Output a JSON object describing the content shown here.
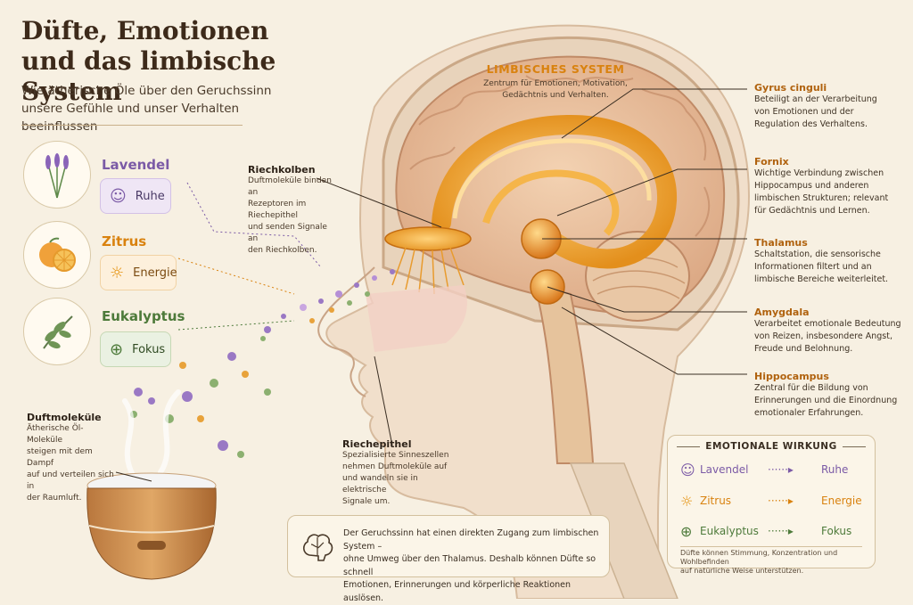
{
  "header": {
    "title_line1": "Düfte, Emotionen",
    "title_line2": "und das limbische System",
    "subtitle_line1": "Wie ätherische Öle über den Geruchssinn",
    "subtitle_line2": "unsere Gefühle und unser Verhalten beeinflussen"
  },
  "oils": [
    {
      "name": "Lavendel",
      "effect": "Ruhe",
      "color": "#7b5aa6",
      "effect_icon": "meditation-icon",
      "image": "lavender-icon"
    },
    {
      "name": "Zitrus",
      "effect": "Energie",
      "color": "#d9820f",
      "effect_icon": "sun-icon",
      "image": "citrus-icon"
    },
    {
      "name": "Eukalyptus",
      "effect": "Fokus",
      "color": "#4d7a3a",
      "effect_icon": "target-icon",
      "image": "eucalyptus-icon"
    }
  ],
  "diffuser": {
    "title": "Duftmoleküle",
    "desc_line1": "Ätherische Öl-Moleküle",
    "desc_line2": "steigen mit dem Dampf",
    "desc_line3": "auf und verteilen sich in",
    "desc_line4": "der Raumluft."
  },
  "limbic": {
    "title": "LIMBISCHES SYSTEM",
    "desc_line1": "Zentrum für Emotionen, Motivation,",
    "desc_line2": "Gedächtnis und Verhalten."
  },
  "riechkolben": {
    "title": "Riechkolben",
    "desc_line1": "Duftmoleküle binden an",
    "desc_line2": "Rezeptoren im Riechepithel",
    "desc_line3": "und senden Signale an",
    "desc_line4": "den Riechkolben."
  },
  "riechepithel": {
    "title": "Riechepithel",
    "desc_line1": "Spezialisierte Sinneszellen",
    "desc_line2": "nehmen Duftmoleküle auf",
    "desc_line3": "und wandeln sie in elektrische",
    "desc_line4": "Signale um."
  },
  "structures": [
    {
      "name": "Gyrus cinguli",
      "lines": [
        "Beteiligt an der Verarbeitung",
        "von Emotionen und der",
        "Regulation des Verhaltens."
      ]
    },
    {
      "name": "Fornix",
      "lines": [
        "Wichtige Verbindung zwischen",
        "Hippocampus und anderen",
        "limbischen Strukturen; relevant",
        "für Gedächtnis und Lernen."
      ]
    },
    {
      "name": "Thalamus",
      "lines": [
        "Schaltstation, die sensorische",
        "Informationen filtert und an",
        "limbische Bereiche weiterleitet."
      ]
    },
    {
      "name": "Amygdala",
      "lines": [
        "Verarbeitet emotionale Bedeutung",
        "von Reizen, insbesondere Angst,",
        "Freude und Belohnung."
      ]
    },
    {
      "name": "Hippocampus",
      "lines": [
        "Zentral für die Bildung von",
        "Erinnerungen und die Einordnung",
        "emotionaler Erfahrungen."
      ]
    }
  ],
  "legend": {
    "title": "EMOTIONALE WIRKUNG",
    "rows": [
      {
        "oil": "Lavendel",
        "effect": "Ruhe"
      },
      {
        "oil": "Zitrus",
        "effect": "Energie"
      },
      {
        "oil": "Eukalyptus",
        "effect": "Fokus"
      }
    ],
    "footer_line1": "Düfte können Stimmung, Konzentration und Wohlbefinden",
    "footer_line2": "auf natürliche Weise unterstützen."
  },
  "note": {
    "line1": "Der Geruchssinn hat einen direkten Zugang zum limbischen System –",
    "line2": "ohne Umweg über den Thalamus. Deshalb können Düfte so schnell",
    "line3": "Emotionen, Erinnerungen und körperliche Reaktionen auslösen."
  },
  "colors": {
    "background": "#f7f0e2",
    "accent_orange": "#d9820f",
    "lavender": "#7b5aa6",
    "eucalyptus": "#4d7a3a"
  }
}
